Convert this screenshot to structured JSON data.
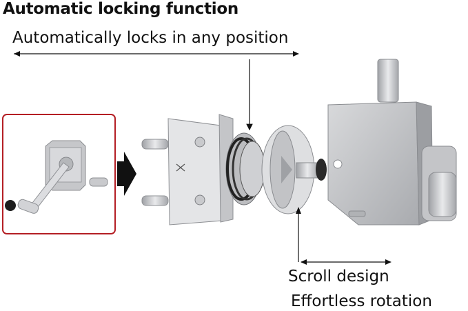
{
  "heading": {
    "title": "Automatic locking function",
    "subtitle": "Automatically locks in any position"
  },
  "annotations": {
    "scroll": "Scroll design",
    "rotation": "Effortless rotation"
  },
  "colors": {
    "inset_border": "#b41e24",
    "arrow": "#111111",
    "metal_light": "#e6e6e8",
    "metal_mid": "#b9babd",
    "metal_dark": "#7d7f83"
  },
  "icons": [
    "crank-handle-photo",
    "right-arrow-icon",
    "gear-mechanism-illustration",
    "housing-block-illustration"
  ]
}
